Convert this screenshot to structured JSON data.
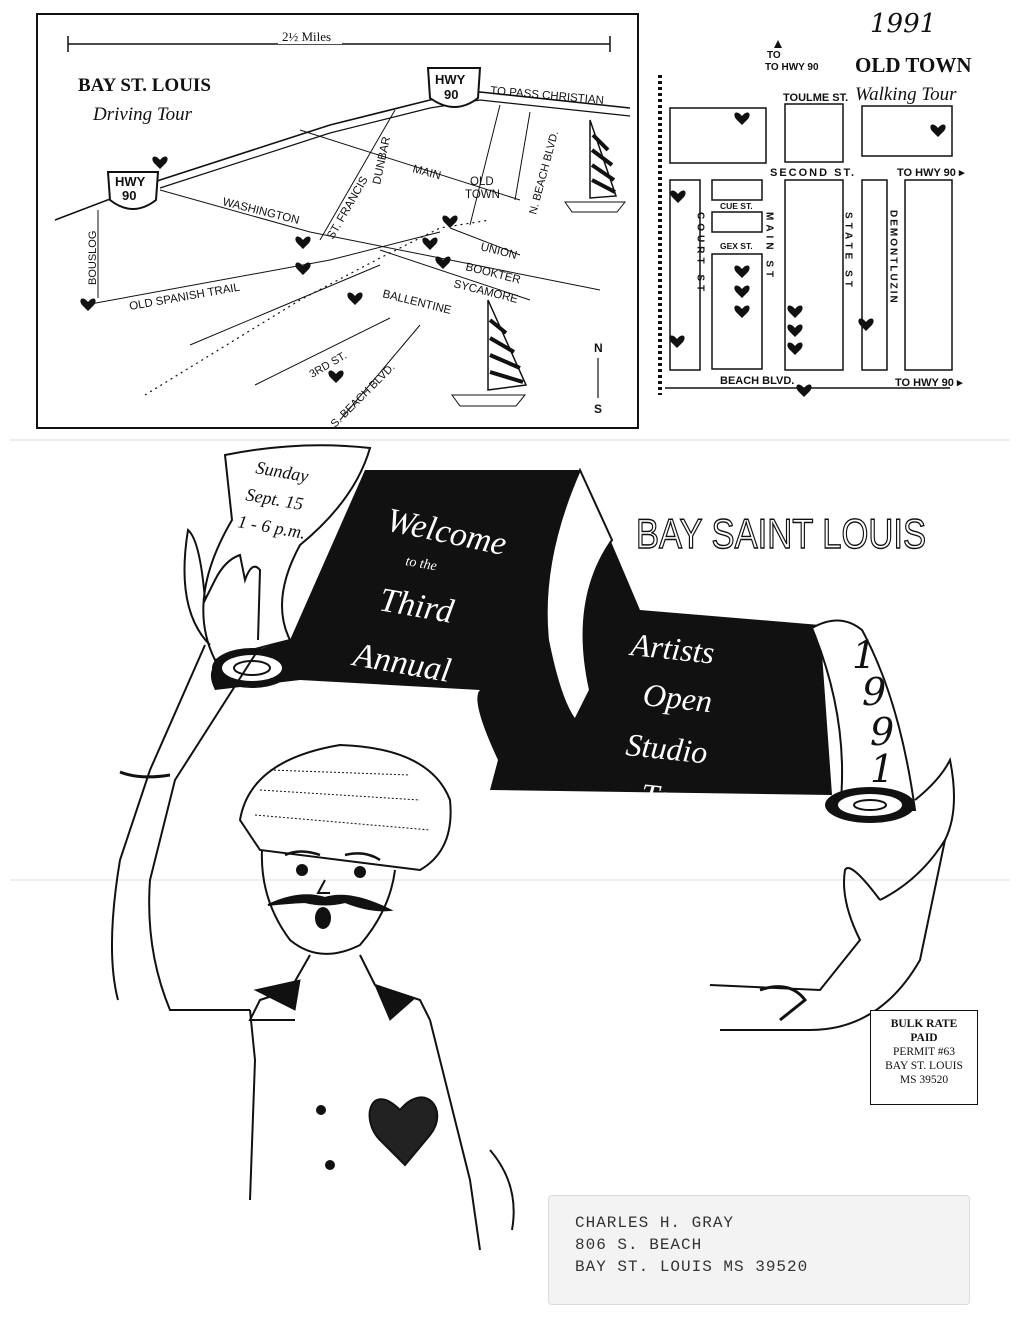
{
  "year_handwritten": "1991",
  "driving_map": {
    "scale": "2½ Miles",
    "title": "BAY ST. LOUIS",
    "subtitle": "Driving Tour",
    "hwy_label": "HWY",
    "hwy_number": "90",
    "streets": {
      "to_pass_christian": "TO PASS CHRISTIAN",
      "dunbar": "DUNBAR",
      "main": "MAIN",
      "old": "OLD",
      "town": "TOWN",
      "n_beach": "N. BEACH BLVD.",
      "st_francis": "ST. FRANCIS",
      "washington": "WASHINGTON",
      "bouslog": "BOUSLOG",
      "union": "UNION",
      "bookter": "BOOKTER",
      "sycamore": "SYCAMORE",
      "old_spanish_trail": "OLD SPANISH TRAIL",
      "ballentine": "BALLENTINE",
      "third_st": "3RD ST.",
      "s_beach": "S. BEACH BLVD."
    },
    "compass_n": "N",
    "compass_s": "S"
  },
  "walking_map": {
    "title": "OLD TOWN",
    "subtitle": "Walking Tour",
    "to_hwy_90_top": "TO HWY 90",
    "toulme": "TOULME ST.",
    "second_st": "SECOND ST.",
    "to_hwy_90_right": "TO HWY 90 ▸",
    "cue_st": "CUE ST.",
    "gex_st": "GEX ST.",
    "court_st": "COURT ST",
    "main_st": "MAIN ST",
    "state_st": "STATE ST",
    "demontluzin": "DEMONTLUZIN",
    "beach_blvd": "BEACH BLVD.",
    "to_hwy_90_bottom": "TO HWY 90 ▸"
  },
  "banner": {
    "day": "Sunday",
    "date": "Sept. 15",
    "time": "1 - 6 p.m.",
    "line1": "Welcome",
    "line2": "to the",
    "line3": "Third",
    "line4": "Annual",
    "line5": "Artists",
    "line6": "Open",
    "line7": "Studio",
    "line8": "Tour",
    "year_digits": [
      "1",
      "9",
      "9",
      "1"
    ]
  },
  "logo": "BAY SAINT LOUIS",
  "postage": {
    "line1": "BULK RATE",
    "line2": "PAID",
    "line3": "PERMIT #63",
    "line4": "BAY ST. LOUIS",
    "line5": "MS 39520"
  },
  "address": {
    "name": "CHARLES H. GRAY",
    "street": "806 S. BEACH",
    "city": "BAY ST. LOUIS MS  39520"
  }
}
